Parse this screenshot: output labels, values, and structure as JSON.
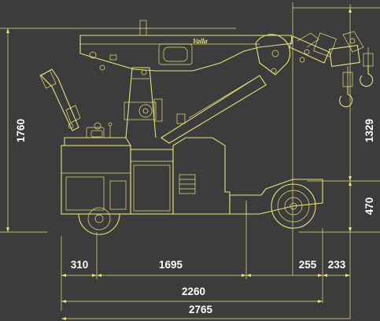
{
  "diagram": {
    "brand_logo": "Valla",
    "colors": {
      "background": "#3c3c3c",
      "line": "#e6e27a",
      "text": "#ffffff"
    },
    "dimensions": {
      "total_height": "1760",
      "boom_height": "1329",
      "rear_axle_height": "470",
      "rear_overhang": "310",
      "wheelbase": "1695",
      "front_tail_1": "255",
      "front_tail_2": "233",
      "chassis_length": "2260",
      "total_length": "2765"
    }
  }
}
